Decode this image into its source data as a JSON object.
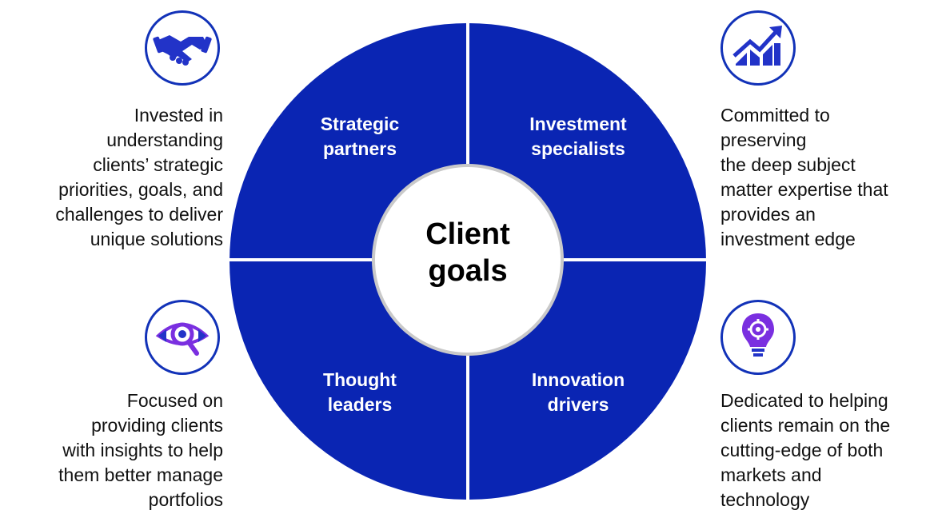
{
  "center": {
    "label": "Client\ngoals"
  },
  "colors": {
    "wheel": "#0a25b3",
    "divider": "#ffffff",
    "icon_ring": "#1232b8",
    "icon_fill_blue": "#2233c8",
    "icon_fill_purple": "#7a2fe0"
  },
  "quadrants": [
    {
      "label": "Strategic\npartners"
    },
    {
      "label": "Investment\nspecialists"
    },
    {
      "label": "Thought\nleaders"
    },
    {
      "label": "Innovation\ndrivers"
    }
  ],
  "descriptions": [
    {
      "text": "Invested in\nunderstanding\nclients’ strategic\npriorities, goals, and\nchallenges to deliver\nunique solutions",
      "icon": "handshake-icon"
    },
    {
      "text": "Committed to\npreserving\nthe deep subject\nmatter expertise that\nprovides an\ninvestment edge",
      "icon": "growth-chart-icon"
    },
    {
      "text": "Focused on\nproviding clients\nwith insights to help\nthem better manage\nportfolios",
      "icon": "eye-magnifier-icon"
    },
    {
      "text": "Dedicated to helping\nclients remain on the\ncutting-edge of both\nmarkets and\ntechnology",
      "icon": "lightbulb-gear-icon"
    }
  ]
}
